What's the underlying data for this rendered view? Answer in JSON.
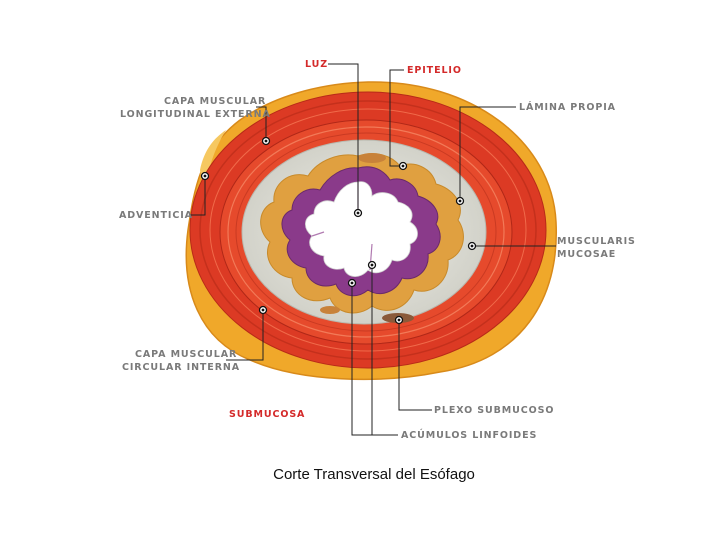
{
  "diagram": {
    "caption": "Corte Transversal del Esófago",
    "labels": {
      "luz": "LUZ",
      "epitelio": "EPITELIO",
      "capa_longitudinal_1": "CAPA MUSCULAR",
      "capa_longitudinal_2": "LONGITUDINAL EXTERNA",
      "lamina_propia": "LÁMINA PROPIA",
      "adventicia": "ADVENTICIA",
      "muscularis_1": "MUSCULARIS",
      "muscularis_2": "MUCOSAE",
      "capa_circular_1": "CAPA MUSCULAR",
      "capa_circular_2": "CIRCULAR INTERNA",
      "submucosa": "SUBMUCOSA",
      "plexo": "PLEXO SUBMUCOSO",
      "acumulos": "ACÚMULOS LINFOIDES"
    },
    "colors": {
      "label_gray": "#7a7a7a",
      "label_red": "#d42a2a",
      "adventitia": "#f0a82a",
      "muscle_outer": "#dc3a24",
      "muscle_inner": "#e64a2c",
      "submucosa": "#dcdcd4",
      "mucosa_yellow": "#e0a040",
      "mucosa_purple": "#8a3a8a",
      "lumen": "#ffffff"
    }
  }
}
